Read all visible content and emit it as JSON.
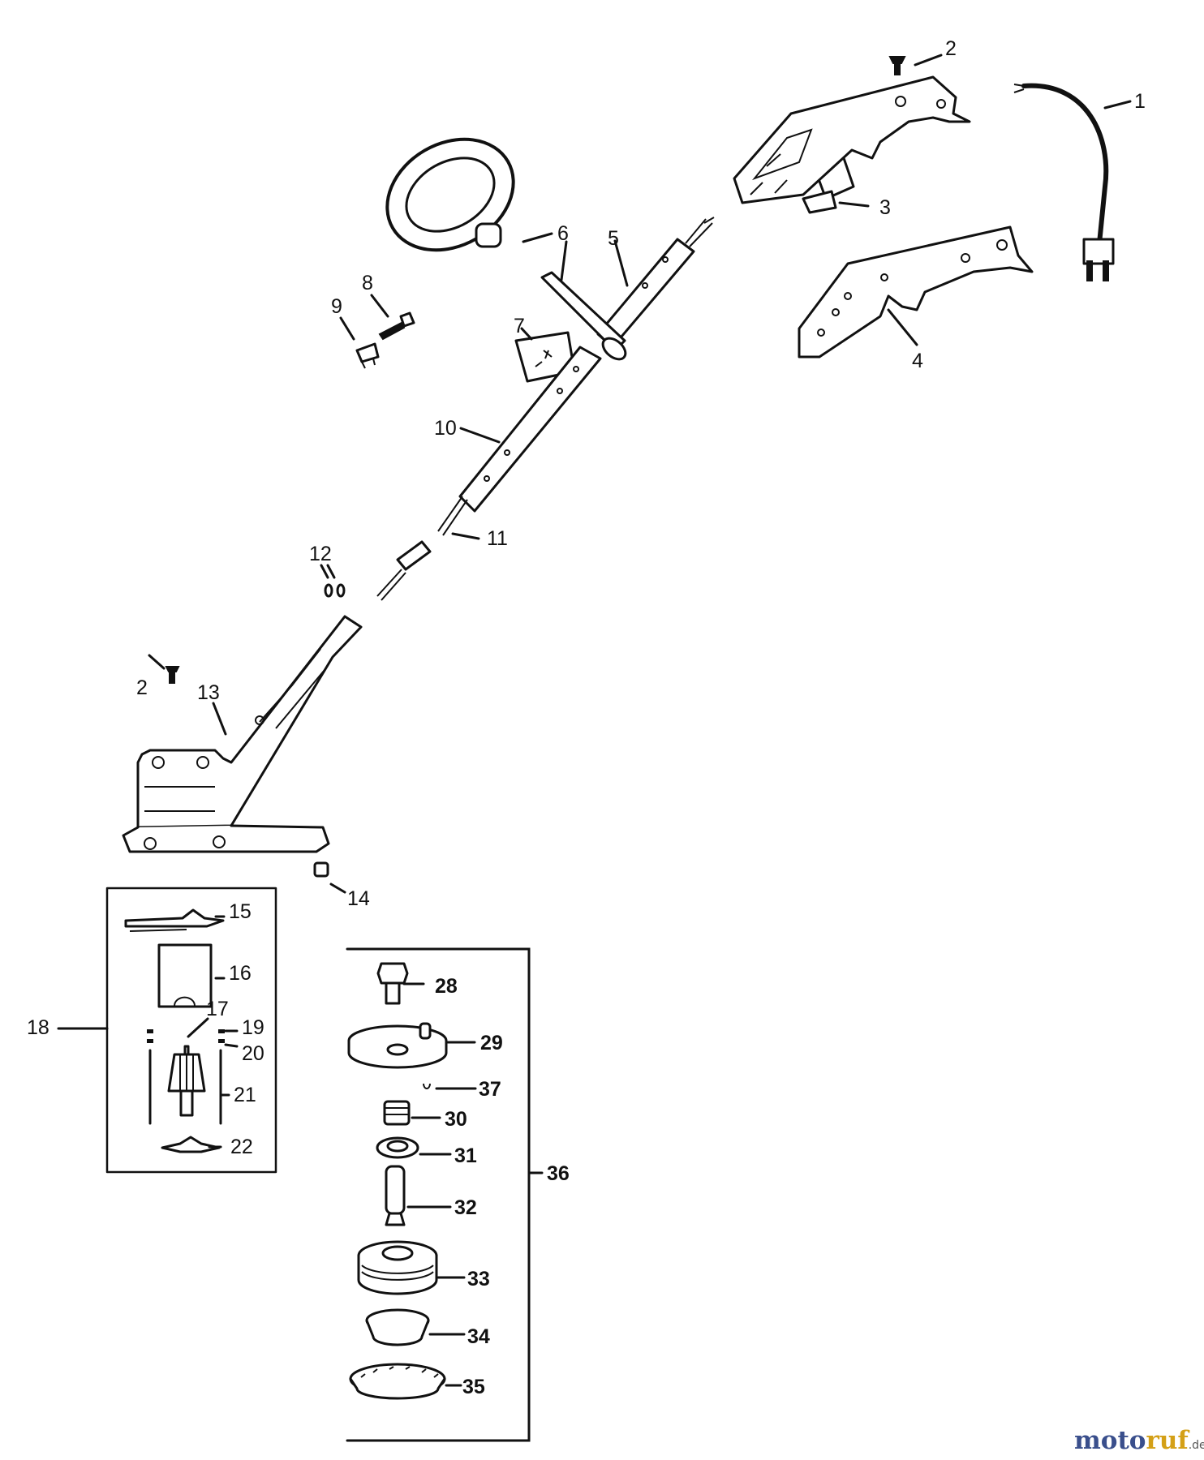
{
  "callouts": {
    "c1": "1",
    "c2_top": "2",
    "c3": "3",
    "c4": "4",
    "c5": "5",
    "c6": "6",
    "c7": "7",
    "c8": "8",
    "c9": "9",
    "c10": "10",
    "c11": "11",
    "c12": "12",
    "c2_bottom": "2",
    "c13": "13",
    "c14": "14",
    "c15": "15",
    "c16": "16",
    "c17": "17",
    "c18": "18",
    "c19": "19",
    "c20": "20",
    "c21": "21",
    "c22": "22",
    "c28": "28",
    "c29": "29",
    "c37": "37",
    "c30": "30",
    "c31": "31",
    "c32": "32",
    "c33": "33",
    "c34": "34",
    "c35": "35",
    "c36": "36"
  },
  "watermark": {
    "brand_a": "moto",
    "brand_b": "ruf",
    "tld": ".de"
  },
  "colors": {
    "line": "#111111",
    "background": "#ffffff",
    "watermark_blue": "#3a4f8c",
    "watermark_gold": "#d4a017"
  }
}
